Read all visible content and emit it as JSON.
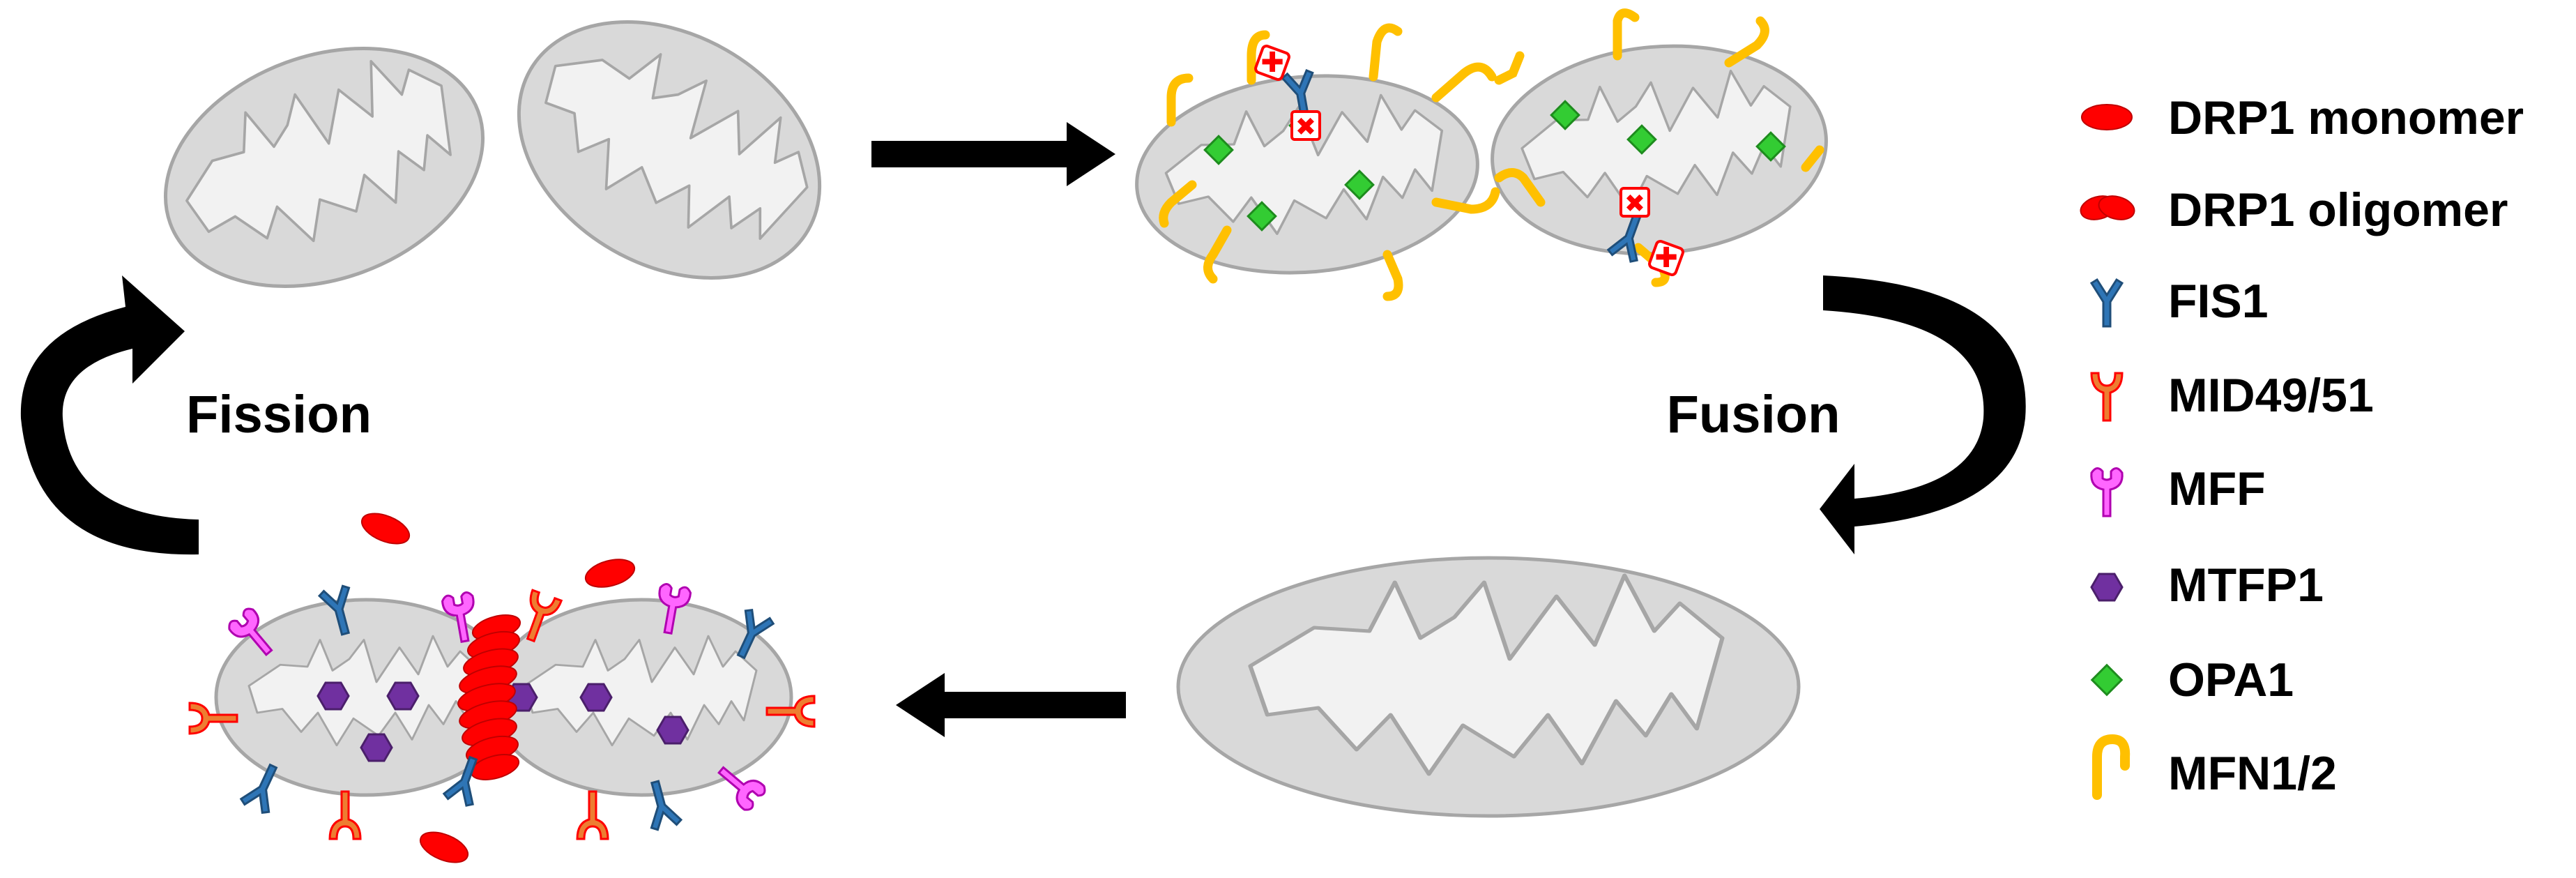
{
  "processes": {
    "fission": "Fission",
    "fusion": "Fusion"
  },
  "legend": [
    {
      "label": "DRP1 monomer",
      "icon": "drp1-monomer-icon",
      "color": "#ff0000"
    },
    {
      "label": "DRP1 oligomer",
      "icon": "drp1-oligomer-icon",
      "color": "#ff0000"
    },
    {
      "label": "FIS1",
      "icon": "fis1-icon",
      "color": "#2e75b6"
    },
    {
      "label": "MID49/51",
      "icon": "mid49-51-icon",
      "color": "#ed7d31"
    },
    {
      "label": "MFF",
      "icon": "mff-icon",
      "color": "#ff66ff"
    },
    {
      "label": "MTFP1",
      "icon": "mtfp1-icon",
      "color": "#7030a0"
    },
    {
      "label": "OPA1",
      "icon": "opa1-icon",
      "color": "#33cc33"
    },
    {
      "label": "MFN1/2",
      "icon": "mfn1-2-icon",
      "color": "#ffc000"
    }
  ],
  "colors": {
    "mitochondrion_fill": "#d9d9d9",
    "mitochondrion_stroke": "#a6a6a6",
    "crista_fill": "#f2f2f2",
    "arrow": "#000000"
  }
}
